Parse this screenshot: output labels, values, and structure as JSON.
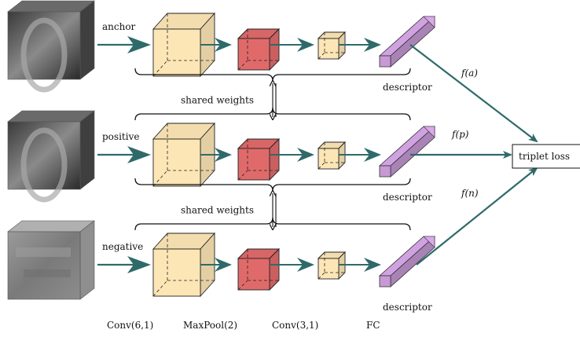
{
  "branches": [
    {
      "input_label": "anchor",
      "descriptor_label": "descriptor",
      "output_label": "f(a)"
    },
    {
      "input_label": "positive",
      "descriptor_label": "descriptor",
      "output_label": "f(p)"
    },
    {
      "input_label": "negative",
      "descriptor_label": "descriptor",
      "output_label": "f(n)"
    }
  ],
  "shared_labels": [
    "shared weights",
    "shared weights"
  ],
  "loss_label": "triplet loss",
  "layer_labels": [
    "Conv(6,1)",
    "MaxPool(2)",
    "Conv(3,1)",
    "FC"
  ],
  "colors": {
    "conv1": "#fde6b6",
    "pool": "#e06a6a",
    "conv2": "#fde6b6",
    "fc": "#c79ad6",
    "arrow": "#2f6a6a",
    "line": "#111111"
  }
}
